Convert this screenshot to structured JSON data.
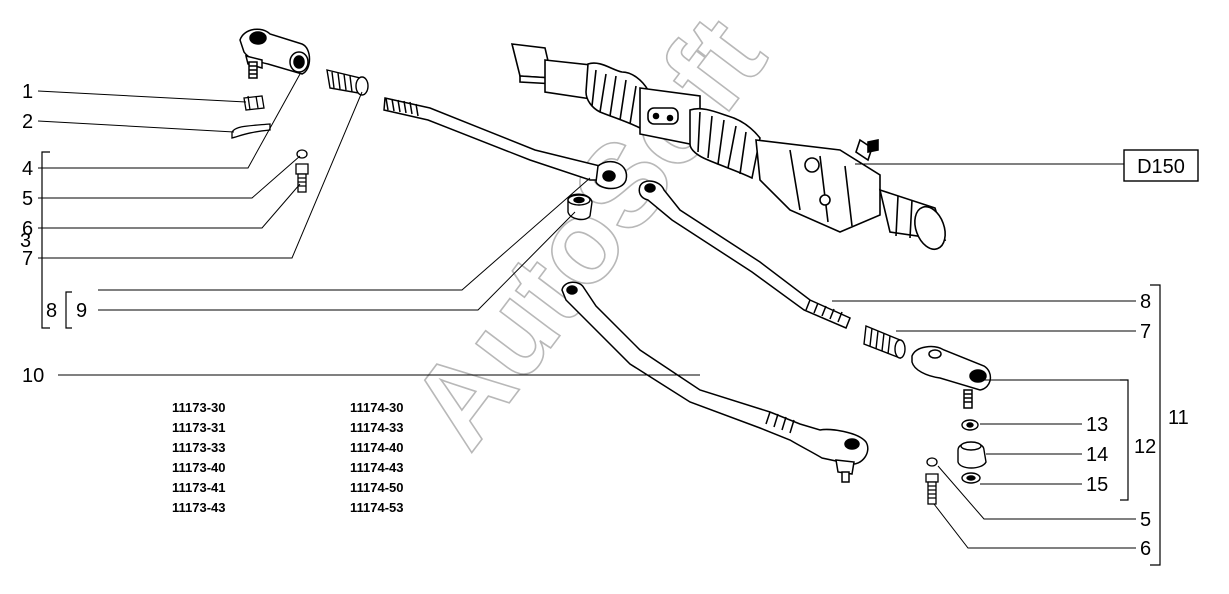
{
  "diagram": {
    "ref_box": "D150",
    "watermark": "AutoSoft",
    "callouts_left": [
      "1",
      "2",
      "4",
      "5",
      "6",
      "7",
      "9",
      "10"
    ],
    "bracket_left_labels": [
      "3",
      "8"
    ],
    "callouts_right": [
      "8",
      "7",
      "13",
      "14",
      "15",
      "5",
      "6"
    ],
    "bracket_right_labels": [
      "12",
      "11"
    ],
    "codes_col1": [
      "11173-30",
      "11173-31",
      "11173-33",
      "11173-40",
      "11173-41",
      "11173-43"
    ],
    "codes_col2": [
      "11174-30",
      "11174-33",
      "11174-40",
      "11174-43",
      "11174-50",
      "11174-53"
    ]
  }
}
